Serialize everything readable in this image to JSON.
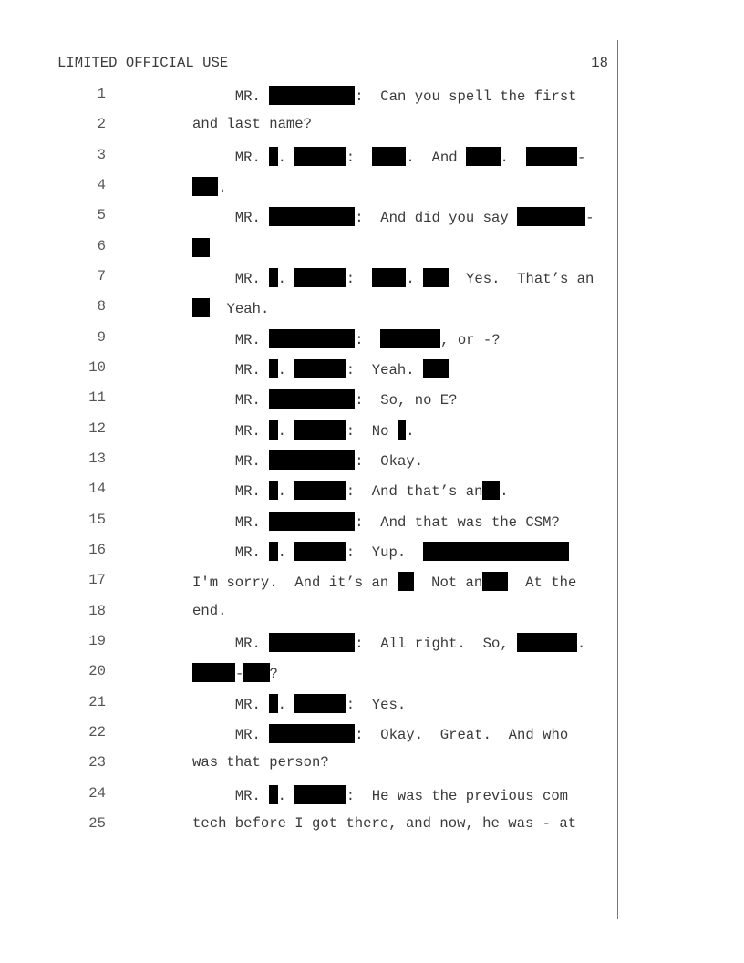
{
  "header": {
    "classification": "LIMITED OFFICIAL USE",
    "page_number": "18"
  },
  "lines": [
    {
      "n": "1",
      "segs": [
        "     MR. ",
        {
          "redacted_chars": 10
        },
        ":  Can you spell the first"
      ]
    },
    {
      "n": "2",
      "segs": [
        "and last name?"
      ]
    },
    {
      "n": "3",
      "segs": [
        "     MR. ",
        {
          "redacted_chars": 1
        },
        ". ",
        {
          "redacted_chars": 6
        },
        ":  ",
        {
          "redacted_chars": 4
        },
        ".  And ",
        {
          "redacted_chars": 4
        },
        ".  ",
        {
          "redacted_chars": 6
        },
        "-"
      ]
    },
    {
      "n": "4",
      "segs": [
        {
          "redacted_chars": 3
        },
        "."
      ]
    },
    {
      "n": "5",
      "segs": [
        "     MR. ",
        {
          "redacted_chars": 10
        },
        ":  And did you say ",
        {
          "redacted_chars": 8
        },
        "-"
      ]
    },
    {
      "n": "6",
      "segs": [
        {
          "redacted_chars": 2
        }
      ]
    },
    {
      "n": "7",
      "segs": [
        "     MR. ",
        {
          "redacted_chars": 1
        },
        ". ",
        {
          "redacted_chars": 6
        },
        ":  ",
        {
          "redacted_chars": 4
        },
        ". ",
        {
          "redacted_chars": 3
        },
        "  Yes.  That’s an"
      ]
    },
    {
      "n": "8",
      "segs": [
        {
          "redacted_chars": 2
        },
        "  Yeah."
      ]
    },
    {
      "n": "9",
      "segs": [
        "     MR. ",
        {
          "redacted_chars": 10
        },
        ":  ",
        {
          "redacted_chars": 7
        },
        ", or -?"
      ]
    },
    {
      "n": "10",
      "segs": [
        "     MR. ",
        {
          "redacted_chars": 1
        },
        ". ",
        {
          "redacted_chars": 6
        },
        ":  Yeah. ",
        {
          "redacted_chars": 3
        }
      ]
    },
    {
      "n": "11",
      "segs": [
        "     MR. ",
        {
          "redacted_chars": 10
        },
        ":  So, no E?"
      ]
    },
    {
      "n": "12",
      "segs": [
        "     MR. ",
        {
          "redacted_chars": 1
        },
        ". ",
        {
          "redacted_chars": 6
        },
        ":  No ",
        {
          "redacted_chars": 1
        },
        "."
      ]
    },
    {
      "n": "13",
      "segs": [
        "     MR. ",
        {
          "redacted_chars": 10
        },
        ":  Okay."
      ]
    },
    {
      "n": "14",
      "segs": [
        "     MR. ",
        {
          "redacted_chars": 1
        },
        ". ",
        {
          "redacted_chars": 6
        },
        ":  And that’s an",
        {
          "redacted_chars": 2
        },
        "."
      ]
    },
    {
      "n": "15",
      "segs": [
        "     MR. ",
        {
          "redacted_chars": 10
        },
        ":  And that was the CSM?"
      ]
    },
    {
      "n": "16",
      "segs": [
        "     MR. ",
        {
          "redacted_chars": 1
        },
        ". ",
        {
          "redacted_chars": 6
        },
        ":  Yup.  ",
        {
          "redacted_chars": 17
        }
      ]
    },
    {
      "n": "17",
      "segs": [
        "I'm sorry.  And it’s an ",
        {
          "redacted_chars": 2
        },
        "  Not an",
        {
          "redacted_chars": 3
        },
        "  At the"
      ]
    },
    {
      "n": "18",
      "segs": [
        "end."
      ]
    },
    {
      "n": "19",
      "segs": [
        "     MR. ",
        {
          "redacted_chars": 10
        },
        ":  All right.  So, ",
        {
          "redacted_chars": 7
        },
        "."
      ]
    },
    {
      "n": "20",
      "segs": [
        {
          "redacted_chars": 5
        },
        "-",
        {
          "redacted_chars": 3
        },
        "?"
      ]
    },
    {
      "n": "21",
      "segs": [
        "     MR. ",
        {
          "redacted_chars": 1
        },
        ". ",
        {
          "redacted_chars": 6
        },
        ":  Yes."
      ]
    },
    {
      "n": "22",
      "segs": [
        "     MR. ",
        {
          "redacted_chars": 10
        },
        ":  Okay.  Great.  And who"
      ]
    },
    {
      "n": "23",
      "segs": [
        "was that person?"
      ]
    },
    {
      "n": "24",
      "segs": [
        "     MR. ",
        {
          "redacted_chars": 1
        },
        ". ",
        {
          "redacted_chars": 6
        },
        ":  He was the previous com"
      ]
    },
    {
      "n": "25",
      "segs": [
        "tech before I got there, and now, he was - at"
      ]
    }
  ]
}
